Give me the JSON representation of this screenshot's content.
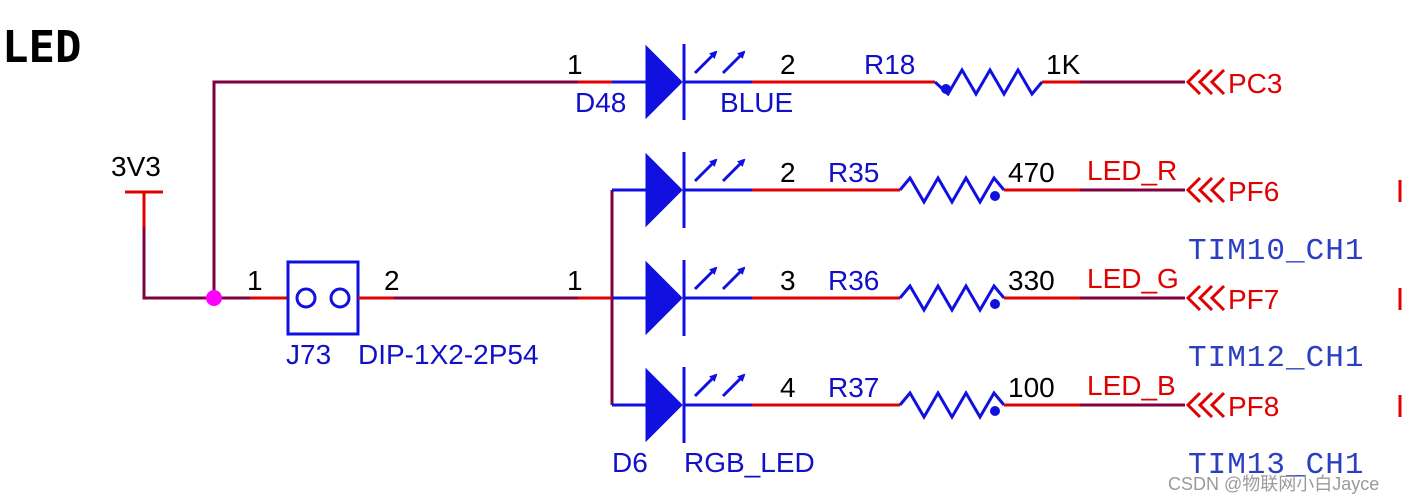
{
  "title": "LED",
  "power": {
    "name": "3V3"
  },
  "jumper": {
    "ref": "J73",
    "footprint": "DIP-1X2-2P54",
    "pin1": "1",
    "pin2": "2"
  },
  "blue_led": {
    "ref": "D48",
    "value": "BLUE",
    "anode_pin": "1",
    "cathode_pin": "2"
  },
  "rgb_led": {
    "ref": "D6",
    "value": "RGB_LED",
    "common_pin": "1",
    "pins": [
      "2",
      "3",
      "4"
    ]
  },
  "resistors": [
    {
      "ref": "R18",
      "value": "1K"
    },
    {
      "ref": "R35",
      "value": "470"
    },
    {
      "ref": "R36",
      "value": "330"
    },
    {
      "ref": "R37",
      "value": "100"
    }
  ],
  "net_labels": [
    "LED_R",
    "LED_G",
    "LED_B"
  ],
  "ports": [
    "PC3",
    "PF6",
    "PF7",
    "PF8"
  ],
  "timer_labels": [
    "TIM10_CH1",
    "TIM12_CH1",
    "TIM13_CH1"
  ],
  "watermark": "CSDN @物联网小白Jayce"
}
